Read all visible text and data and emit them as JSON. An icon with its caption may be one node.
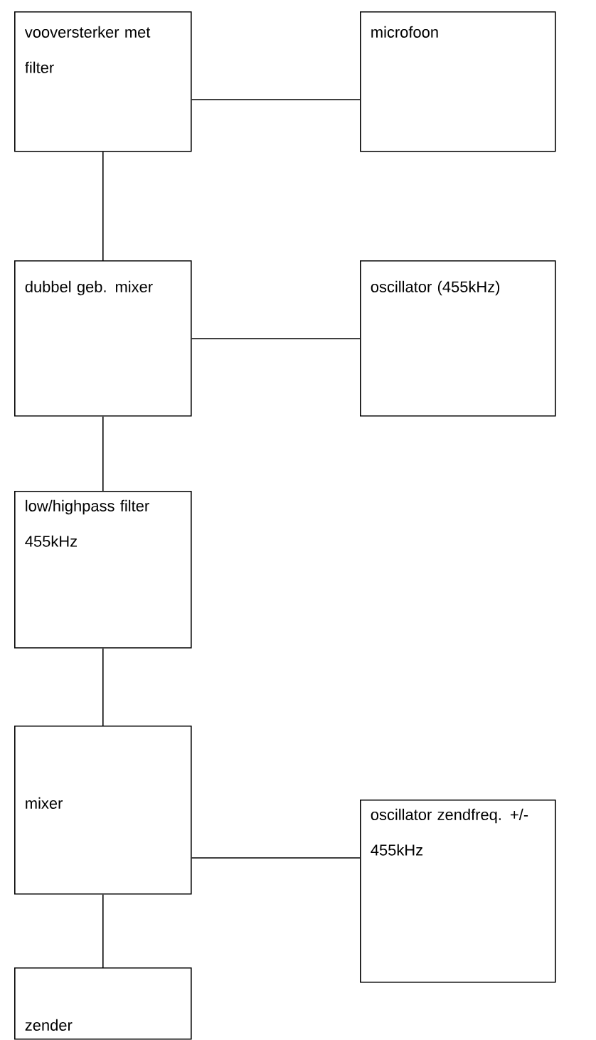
{
  "diagram": {
    "nodes": [
      {
        "text": [
          "vooversterker met filter"
        ]
      },
      {
        "text": [
          "microfoon"
        ]
      },
      {
        "text": [
          "dubbel geb. mixer"
        ]
      },
      {
        "text": [
          "oscillator (455kHz)"
        ]
      },
      {
        "text": [
          "low/highpass filter 455kHz"
        ]
      },
      {
        "text": [
          "mixer"
        ]
      },
      {
        "text": [
          "oscillator zendfreq. +/- 455kHz"
        ]
      },
      {
        "text": [
          "zender"
        ]
      }
    ],
    "edges": [
      {
        "from": 0,
        "to": 1,
        "arrow": "none"
      },
      {
        "from": 0,
        "to": 2,
        "arrow": "none"
      },
      {
        "from": 2,
        "to": 3,
        "arrow": "none"
      },
      {
        "from": 2,
        "to": 4,
        "arrow": "none"
      },
      {
        "from": 4,
        "to": 5,
        "arrow": "none"
      },
      {
        "from": 5,
        "to": 6,
        "arrow": "none"
      },
      {
        "from": 5,
        "to": 7,
        "arrow": "none"
      }
    ]
  }
}
